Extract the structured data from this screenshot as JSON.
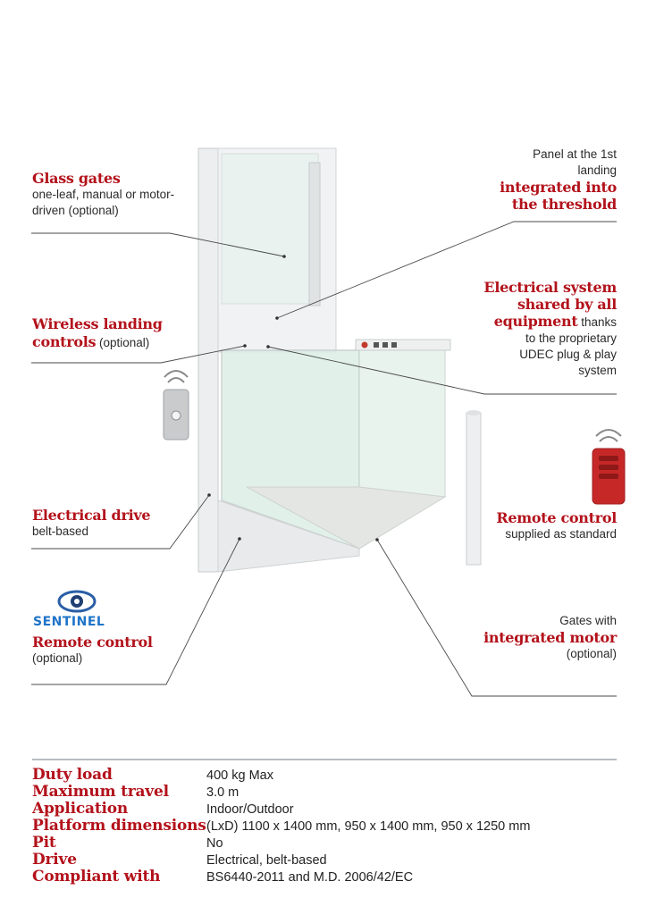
{
  "callouts": {
    "glass_gates": {
      "head": "Glass gates",
      "sub": "one-leaf, manual or motor-driven (optional)"
    },
    "wireless": {
      "head": "Wireless landing controls",
      "sub": "(optional)"
    },
    "drive": {
      "head": "Electrical drive",
      "sub": "belt-based"
    },
    "sentinel": {
      "brand": "SENTINEL",
      "head": "Remote control",
      "sub": "(optional)"
    },
    "panel": {
      "pre1": "Panel at the 1st",
      "pre2": "landing",
      "head1": "integrated into",
      "head2": "the threshold"
    },
    "electrical": {
      "head1": "Electrical system",
      "head2": "shared by all",
      "head3": "equipment",
      "tail1": "thanks",
      "tail2": "to the proprietary",
      "tail3": "UDEC plug & play",
      "tail4": "system"
    },
    "remote_std": {
      "head": "Remote control",
      "sub": "supplied as standard"
    },
    "gates_motor": {
      "pre": "Gates with",
      "head": "integrated motor",
      "sub": "(optional)"
    }
  },
  "specs": [
    {
      "label": "Duty load",
      "value": "400 kg Max"
    },
    {
      "label": "Maximum travel",
      "value": "3.0 m"
    },
    {
      "label": "Application",
      "value": "Indoor/Outdoor"
    },
    {
      "label": "Platform dimensions",
      "value": "(LxD) 1100 x 1400 mm, 950 x 1400 mm, 950 x 1250 mm"
    },
    {
      "label": "Pit",
      "value": "No"
    },
    {
      "label": "Drive",
      "value": "Electrical, belt-based"
    },
    {
      "label": "Compliant with",
      "value": "BS6440-2011 and M.D. 2006/42/EC"
    }
  ],
  "colors": {
    "accent": "#b3121b",
    "brand_blue": "#1f74c8",
    "rule": "#b9bcc0"
  }
}
